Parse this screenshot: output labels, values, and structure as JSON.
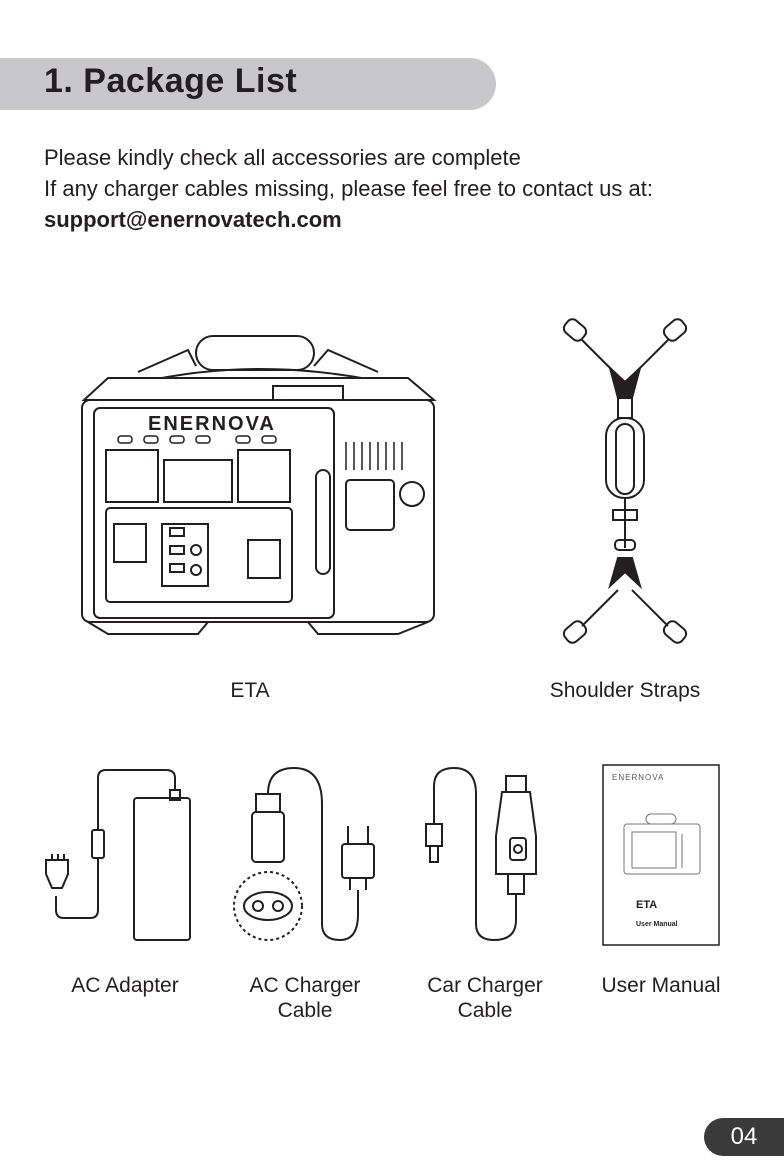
{
  "section": {
    "title": "1. Package List"
  },
  "intro": {
    "line1": "Please kindly check all accessories are complete",
    "line2": "If any charger cables missing, please feel free to contact us at:",
    "email": "support@enernovatech.com"
  },
  "items": [
    {
      "name": "ETA",
      "brand_logo": "ENERNOVA"
    },
    {
      "name": "Shoulder Straps"
    },
    {
      "name": "AC Adapter"
    },
    {
      "name_line1": "AC Charger",
      "name_line2": "Cable"
    },
    {
      "name_line1": "Car Charger",
      "name_line2": "Cable"
    },
    {
      "name": "User Manual",
      "cover_brand": "ENERNOVA",
      "cover_model": "ETA",
      "cover_subtitle": "User Manual"
    }
  ],
  "footer": {
    "page_number": "04"
  }
}
